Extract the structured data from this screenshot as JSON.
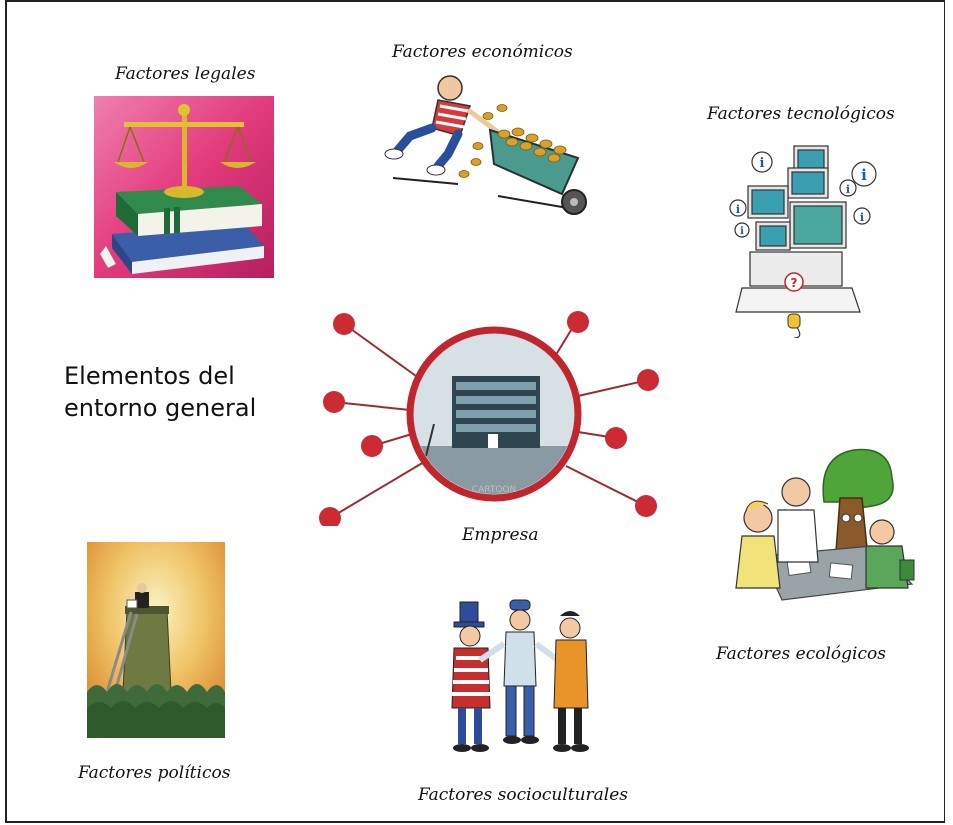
{
  "title": {
    "line1": "Elementos del",
    "line2": "entorno general"
  },
  "center": {
    "label": "Empresa",
    "watermark": "CARTOON"
  },
  "factors": {
    "legales": "Factores legales",
    "economicos": "Factores económicos",
    "tecnologicos": "Factores tecnológicos",
    "ecologicos": "Factores ecológicos",
    "socioculturales": "Factores socioculturales",
    "politicos": "Factores políticos"
  },
  "colors": {
    "node_red": "#cc2b34",
    "hub_ring": "#c0262e",
    "legal_bg": "#e23a7c",
    "political_bg": "#e8a33a",
    "frame": "#222222"
  }
}
